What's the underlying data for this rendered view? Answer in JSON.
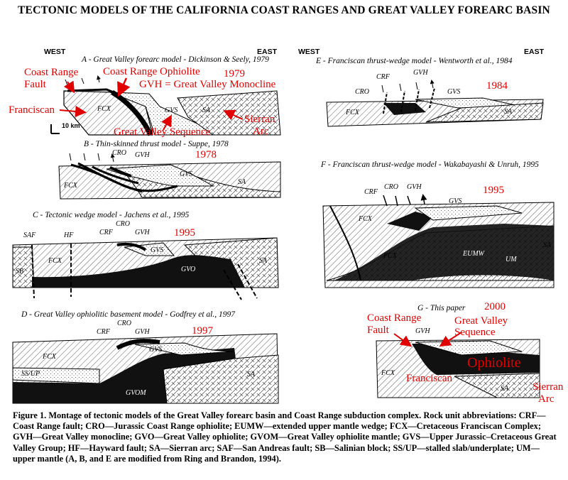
{
  "title": "TECTONIC MODELS OF THE CALIFORNIA COAST RANGES AND GREAT VALLEY FOREARC BASIN",
  "directions": {
    "west": "WEST",
    "east": "EAST"
  },
  "panels": {
    "A": {
      "title": "A - Great Valley forearc model - Dickinson & Seely, 1979",
      "year": "1979",
      "red_labels": {
        "crf": "Coast Range",
        "crf2": "Fault",
        "cro": "Coast Range Ophiolite",
        "gvh": "GVH = Great Valley Monocline",
        "franciscan": "Franciscan",
        "gvs": "Great Valley Sequence",
        "sa": "Sierran",
        "sa2": "Arc"
      },
      "units": {
        "fcx": "FCX",
        "gvs": "GVS",
        "sa": "SA"
      },
      "scale": "10 km"
    },
    "B": {
      "title": "B - Thin-skinned thrust model - Suppe, 1978",
      "year": "1978",
      "units": {
        "cro": "CRO",
        "gvh": "GVH",
        "gvs": "GVS",
        "fcx": "FCX",
        "sa": "SA"
      }
    },
    "C": {
      "title": "C - Tectonic wedge model - Jachens et al., 1995",
      "year": "1995",
      "units": {
        "saf": "SAF",
        "hf": "HF",
        "crf": "CRF",
        "cro": "CRO",
        "gvh": "GVH",
        "sb": "SB",
        "fcx": "FCX",
        "gvs": "GVS",
        "gvo": "GVO",
        "sa": "SA"
      }
    },
    "D": {
      "title": "D - Great Valley ophiolitic basement model - Godfrey et al., 1997",
      "year": "1997",
      "units": {
        "crf": "CRF",
        "cro": "CRO",
        "gvh": "GVH",
        "fcx": "FCX",
        "gvs": "GVS",
        "ssup": "SS/UP",
        "gvom": "GVOM",
        "sa": "SA"
      }
    },
    "E": {
      "title": "E - Franciscan thrust-wedge model - Wentworth et al., 1984",
      "year": "1984",
      "units": {
        "crf": "CRF",
        "gvh": "GVH",
        "cro": "CRO",
        "gvs": "GVS",
        "fcx": "FCX",
        "sa": "SA"
      }
    },
    "F": {
      "title": "F - Franciscan thrust-wedge model - Wakabayashi & Unruh, 1995",
      "year": "1995",
      "units": {
        "crf": "CRF",
        "cro": "CRO",
        "gvh": "GVH",
        "gvs": "GVS",
        "fcx": "FCX",
        "fcx2": "FCX",
        "sa": "SA",
        "eumw": "EUMW",
        "um": "UM"
      }
    },
    "G": {
      "title": "G - This paper",
      "year": "2000",
      "red_labels": {
        "crf": "Coast Range",
        "crf2": "Fault",
        "gvs": "Great Valley",
        "gvs2": "Sequence",
        "oph": "Ophiolite",
        "franciscan": "Franciscan",
        "sa": "Sierran",
        "sa2": "Arc"
      },
      "units": {
        "gvh": "GVH",
        "fcx": "FCX",
        "sa": "SA"
      }
    }
  },
  "caption": "Figure 1. Montage of tectonic models of the Great Valley forearc basin and Coast Range subduction complex. Rock unit abbreviations: CRF—Coast Range fault; CRO—Jurassic Coast Range ophiolite; EUMW—extended upper mantle wedge; FCX—Cretaceous Franciscan Complex; GVH—Great Valley monocline; GVO—Great Valley ophiolite; GVOM—Great Valley ophiolite mantle; GVS—Upper Jurassic–Cretaceous Great Valley Group; HF—Hayward fault; SA—Sierran arc; SAF—San Andreas fault; SB—Salinian block; SS/UP—stalled slab/underplate; UM—upper mantle (A, B, and E are modified from Ring and Brandon, 1994)."
}
